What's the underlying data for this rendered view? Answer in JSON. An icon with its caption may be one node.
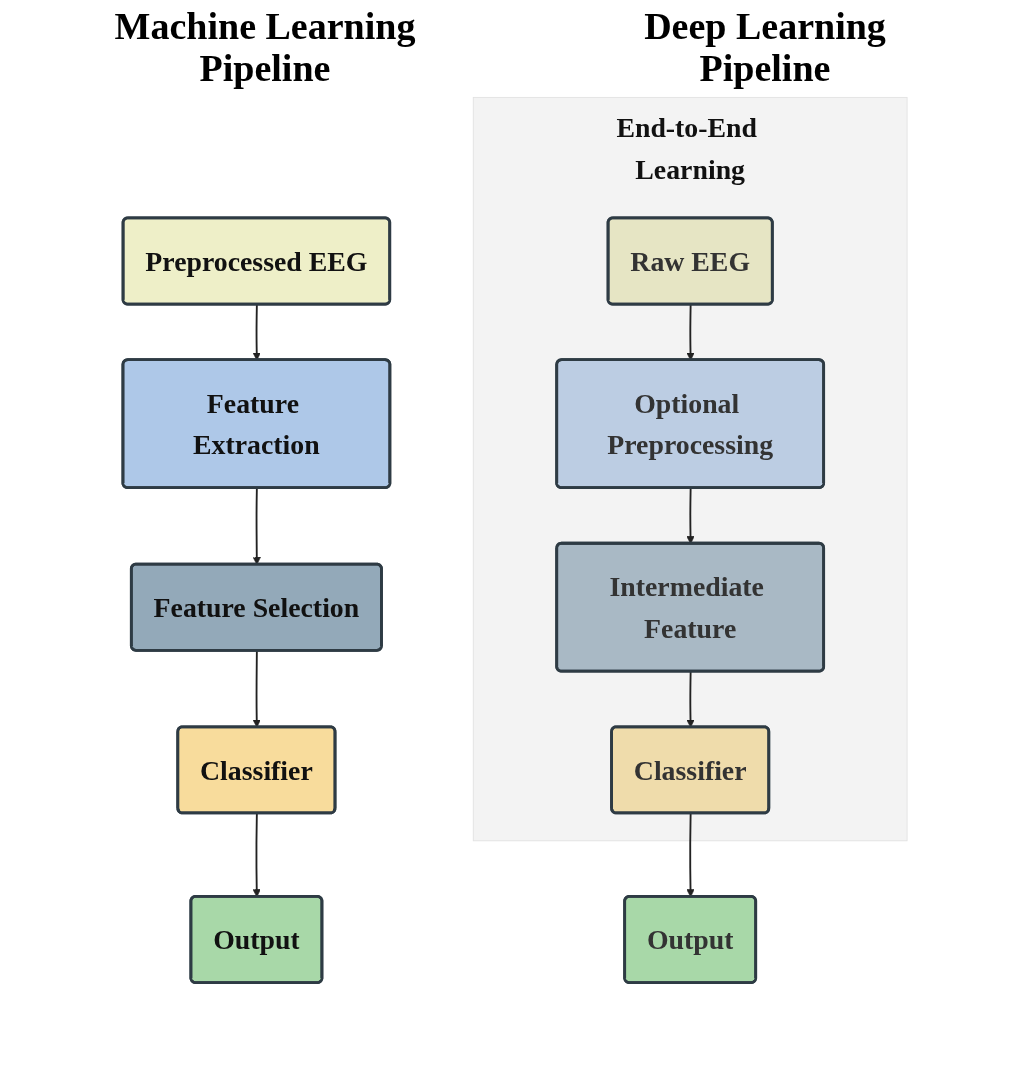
{
  "diagram": {
    "nodes": [
      {
        "text": [
          "Preprocessed EEG"
        ]
      },
      {
        "text": [
          "Feature Extraction"
        ]
      },
      {
        "text": [
          "Feature Selection"
        ]
      },
      {
        "text": [
          "Classifier"
        ]
      },
      {
        "text": [
          "Output"
        ]
      },
      {
        "text": [
          "End-to-End Learning"
        ]
      },
      {
        "text": [
          "Raw EEG"
        ],
        "in": 5
      },
      {
        "text": [
          "Optional Preprocessing"
        ],
        "in": 5
      },
      {
        "text": [
          "Intermediate Feature"
        ],
        "in": 5
      },
      {
        "text": [
          "Classifier"
        ],
        "in": 5
      },
      {
        "text": [
          "Output"
        ]
      }
    ],
    "edges": [
      {
        "from": 0,
        "to": 1,
        "arrow": "to"
      },
      {
        "from": 1,
        "to": 2,
        "arrow": "to"
      },
      {
        "from": 2,
        "to": 3,
        "arrow": "to"
      },
      {
        "from": 3,
        "to": 4,
        "arrow": "to"
      },
      {
        "from": 6,
        "to": 7,
        "arrow": "to"
      },
      {
        "from": 7,
        "to": 8,
        "arrow": "to"
      },
      {
        "from": 8,
        "to": 9,
        "arrow": "to"
      },
      {
        "from": 9,
        "to": 10,
        "arrow": "to"
      }
    ],
    "labels": [
      "Machine Learning Pipeline",
      "Deep Learning Pipeline"
    ]
  }
}
